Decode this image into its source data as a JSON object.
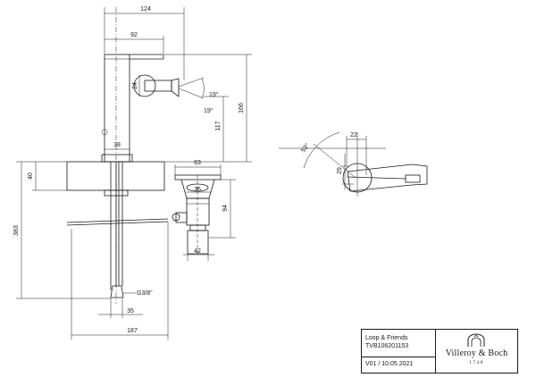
{
  "dimensions": {
    "width_total": "124",
    "spout_reach": "92",
    "outlet_height": "24",
    "angle_up": "19°",
    "angle_down": "19°",
    "tap_height": "166",
    "body_height": "117",
    "body_diameter": "38",
    "deck_thickness": "40",
    "total_height": "383",
    "pipe_spacing": "35",
    "thread": "G3/8\"",
    "lever_reach": "187",
    "waste_top": "63",
    "waste_inner": "36",
    "waste_height": "94",
    "waste_outlet": "42",
    "lever_angle": "53°",
    "top_22": "22",
    "top_29": "29"
  },
  "title_block": {
    "product": "Loop & Friends",
    "article": "TVB106201153",
    "version": "V01 / 10.05.2021",
    "brand": "Villeroy & Boch",
    "year": "1748"
  },
  "colors": {
    "ink": "#1a1a1a",
    "paper": "#ffffff"
  }
}
